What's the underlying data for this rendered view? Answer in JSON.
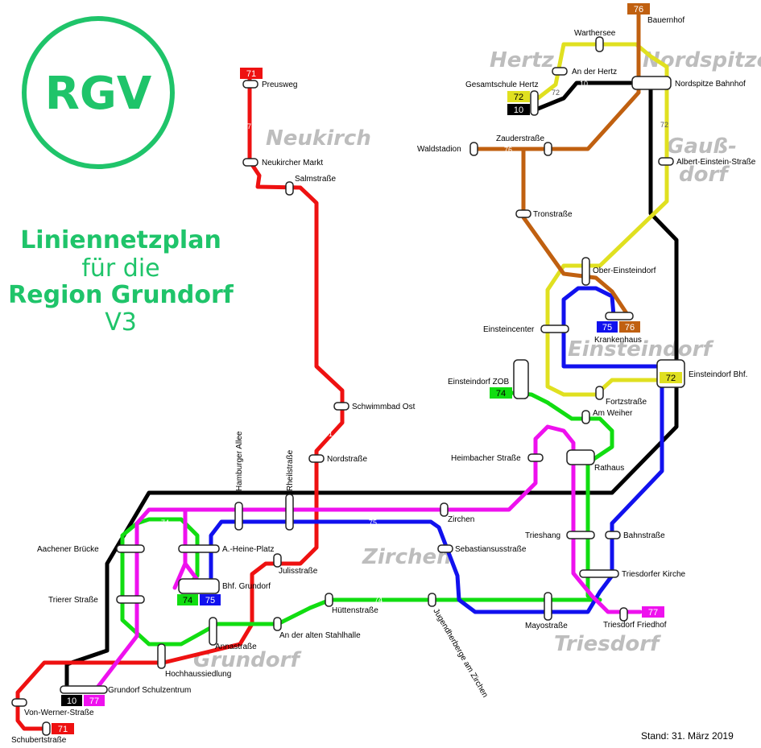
{
  "logo": {
    "text": "RGV"
  },
  "title": {
    "line1": "Liniennetzplan",
    "line2": "für die",
    "line3": "Region Grundorf",
    "line4": "V3"
  },
  "stand": "Stand: 31. März 2019",
  "colors": {
    "l10": "#000000",
    "l71": "#ee1111",
    "l72": "#e0e020",
    "l74": "#11dd11",
    "l75": "#1111ee",
    "l76": "#c06010",
    "l77": "#ee11ee",
    "brand": "#1fc46a",
    "district": "#bdbdbd"
  },
  "districts": [
    "Neukirch",
    "Hertz",
    "Nordspitze",
    "Gauß-",
    "dorf",
    "Einsteindorf",
    "Zirchen",
    "Triesdorf",
    "Grundorf"
  ],
  "lines": [
    "10",
    "71",
    "72",
    "74",
    "75",
    "76",
    "77"
  ],
  "badges": {
    "b71_top": "71",
    "b76_top": "76",
    "b72_hertz": "72",
    "b10_hertz": "10",
    "b75_kh": "75",
    "b76_kh": "76",
    "b72_eb": "72",
    "b74_zob": "74",
    "b74_bhf": "74",
    "b75_bhf": "75",
    "b10_gs": "10",
    "b77_gs": "77",
    "b71_schub": "71",
    "b77_tf": "77"
  },
  "stations": {
    "preusweg": "Preusweg",
    "neukircher_markt": "Neukircher Markt",
    "salmstrasse": "Salmstraße",
    "schwimmbad_ost": "Schwimmbad Ost",
    "nordstrasse": "Nordstraße",
    "bauernhof": "Bauernhof",
    "warthersee": "Warthersee",
    "an_der_hertz": "An der Hertz",
    "gesamtschule_hertz": "Gesamtschule Hertz",
    "nordspitze_bhf": "Nordspitze Bahnhof",
    "waldstadion": "Waldstadion",
    "zauderstrasse": "Zauderstraße",
    "albert_einstein": "Albert-Einstein-Straße",
    "tronstrasse": "Tronstraße",
    "ober_einsteindorf": "Ober-Einsteindorf",
    "einsteincenter": "Einsteincenter",
    "krankenhaus": "Krankenhaus",
    "einsteindorf_zob": "Einsteindorf ZOB",
    "einsteindorf_bhf": "Einsteindorf Bhf.",
    "fortzstrasse": "Fortzstraße",
    "am_weiher": "Am Weiher",
    "heimbacher": "Heimbacher Straße",
    "rathaus": "Rathaus",
    "hamburger_allee": "Hamburger Allee",
    "rheilstrasse": "Rheilstraße",
    "zirchen": "Zirchen",
    "aachener": "Aachener Brücke",
    "heine_platz": "A.-Heine-Platz",
    "julisstrasse": "Julisstraße",
    "sebastiansu": "Sebastiansusstraße",
    "trieshang": "Trieshang",
    "bahnstrasse": "Bahnstraße",
    "bhf_grundorf": "Bhf. Grundorf",
    "trierer": "Trierer Straße",
    "huettenstrasse": "Hüttenstraße",
    "jugendherberge": "Jugendherberge am Zirchen",
    "triesdorfer_kirche": "Triesdorfer Kirche",
    "mayostrasse": "Mayostraße",
    "triesdorf_friedhof": "Triesdorf Friedhof",
    "annastrasse": "Annastraße",
    "alte_stahlhalle": "An der alten Stahlhalle",
    "hochhaussiedlung": "Hochhaussiedlung",
    "schulzentrum": "Grundorf Schulzentrum",
    "von_werner": "Von-Werner-Straße",
    "schubertstrasse": "Schubertstraße"
  }
}
